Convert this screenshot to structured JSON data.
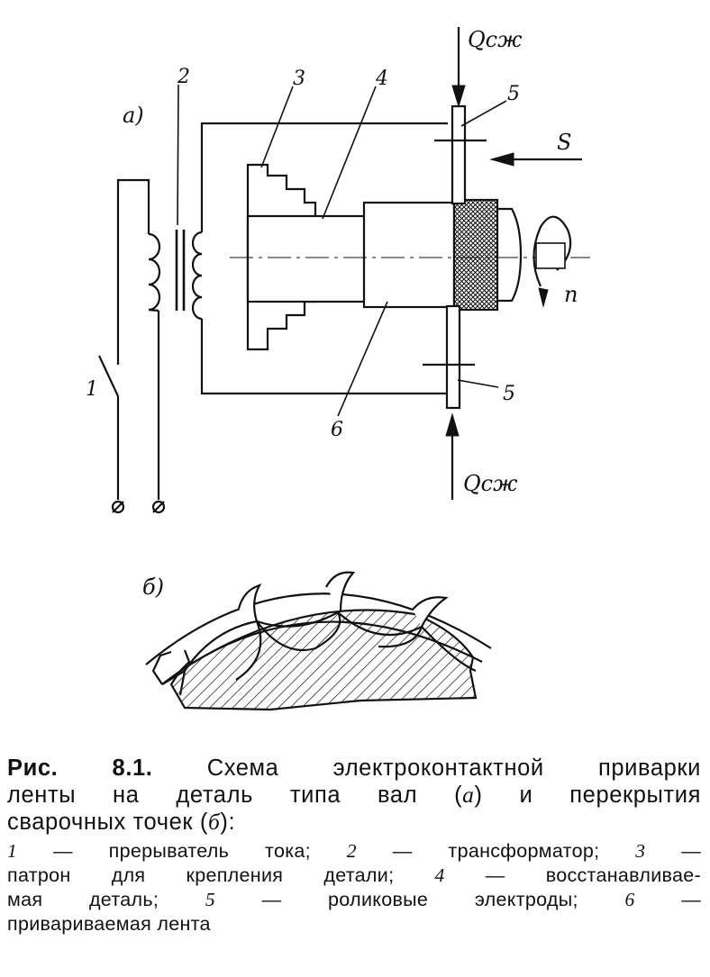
{
  "figure": {
    "label_a": "а)",
    "label_b": "б)",
    "callout_1": "1",
    "callout_2": "2",
    "callout_3": "3",
    "callout_4": "4",
    "callout_5_top": "5",
    "callout_5_bottom": "5",
    "callout_6": "6",
    "force_top": "Qсж",
    "force_bottom": "Qсж",
    "feed": "S",
    "rotation": "n"
  },
  "caption": {
    "title_prefix": "Рис. 8.1.",
    "title_line1": "Схема электроконтактной приварки",
    "title_line2_a": "ленты на деталь типа вал (",
    "title_line2_b": "а",
    "title_line2_c": ") и перекрытия",
    "title_line3_a": "сварочных точек (",
    "title_line3_b": "б",
    "title_line3_c": "):",
    "legend_line1_n1": "1",
    "legend_line1_t1": " — прерыватель тока; ",
    "legend_line1_n2": "2",
    "legend_line1_t2": " — трансформатор; ",
    "legend_line1_n3": "3",
    "legend_line1_t3": " —",
    "legend_line2_t1": "патрон для крепления детали; ",
    "legend_line2_n4": "4",
    "legend_line2_t2": " — восстанавливае-",
    "legend_line3_t1": "мая деталь; ",
    "legend_line3_n5": "5",
    "legend_line3_t2": " — роликовые электроды; ",
    "legend_line3_n6": "6",
    "legend_line3_t3": " —",
    "legend_line4": "привариваемая лента"
  }
}
